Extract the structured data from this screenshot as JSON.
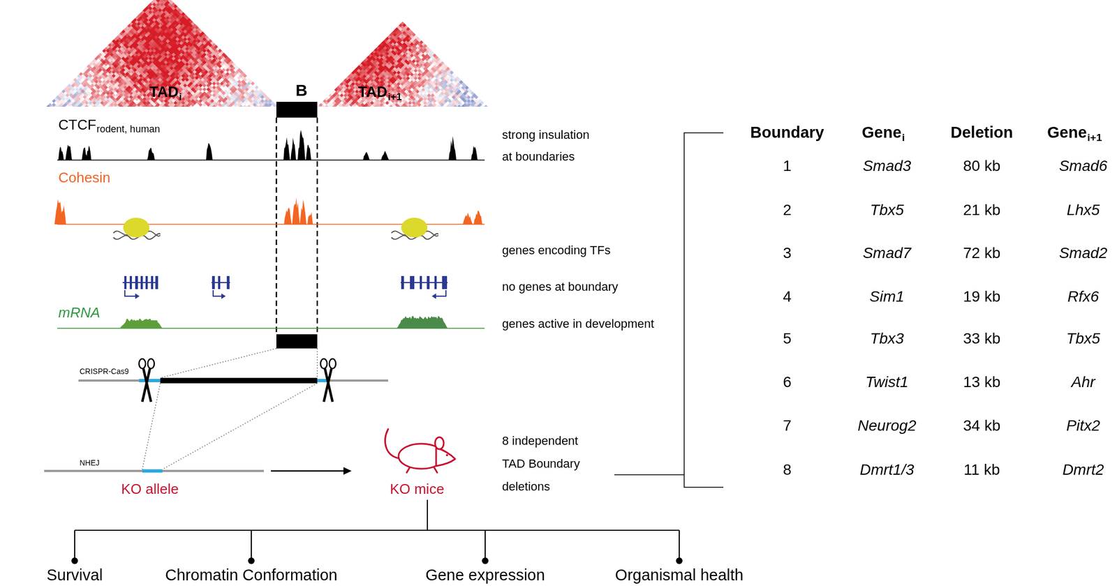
{
  "diagram": {
    "labels": [
      "TAD",
      "i",
      "B",
      "TAD",
      "i+1",
      "CTCF",
      "rodent, human",
      "strong insulation at boundaries",
      "Cohesin",
      "genes encoding TFs",
      "no genes at boundary",
      "mRNA",
      "genes active in development",
      "CRISPR-Cas9",
      "NHEJ",
      "KO allele",
      "KO mice",
      "8 independent TAD Boundary deletions",
      "Boundary",
      "Gene",
      "i",
      "Deletion",
      "Gene",
      "i+1",
      "1",
      "Smad3",
      "80 kb",
      "Smad6",
      "2",
      "Tbx5",
      "21 kb",
      "Lhx5",
      "3",
      "Smad7",
      "72 kb",
      "Smad2",
      "4",
      "Sim1",
      "19 kb",
      "Rfx6",
      "5",
      "Tbx3",
      "33 kb",
      "Tbx5",
      "6",
      "Twist1",
      "13 kb",
      "Ahr",
      "7",
      "Neurog2",
      "34 kb",
      "Pitx2",
      "8",
      "Dmrt1/3",
      "11 kb",
      "Dmrt2",
      "Survival",
      "Chromatin Conformation",
      "Gene expression",
      "Organismal health"
    ]
  }
}
